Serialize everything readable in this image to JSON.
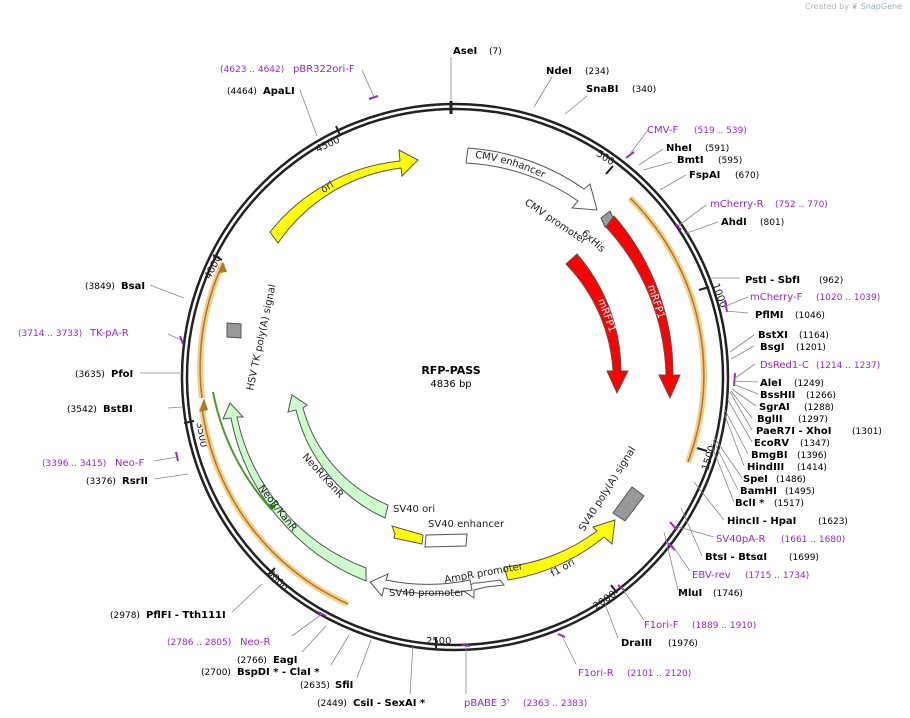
{
  "credit": {
    "prefix": "Created by",
    "brand": "SnapGene"
  },
  "plasmid": {
    "name": "RFP-PASS",
    "size_label": "4836 bp",
    "length": 4836
  },
  "colors": {
    "enzyme": "#000000",
    "primer": "#9b27c9",
    "backbone": "#222222",
    "red": "#ff0000",
    "yellow": "#ffff00",
    "green_light": "#ccffcc",
    "grey": "#999999"
  },
  "ticks": [
    "500",
    "1000",
    "1500",
    "2000",
    "2500",
    "3000",
    "3500",
    "4000",
    "4500"
  ],
  "features": [
    {
      "label": "ori",
      "type": "arrow"
    },
    {
      "label": "CMV enhancer",
      "type": "arrow"
    },
    {
      "label": "CMV promoter",
      "type": "arrow"
    },
    {
      "label": "6xHis",
      "type": "box"
    },
    {
      "label": "mRFP1",
      "type": "arrow"
    },
    {
      "label": "mRFP1",
      "type": "arrow"
    },
    {
      "label": "SV40 poly(A) signal",
      "type": "box"
    },
    {
      "label": "f1 ori",
      "type": "arrow"
    },
    {
      "label": "AmpR promoter",
      "type": "arrow"
    },
    {
      "label": "SV40 promoter",
      "type": "arrow"
    },
    {
      "label": "SV40 ori",
      "type": "box"
    },
    {
      "label": "SV40 enhancer",
      "type": "box"
    },
    {
      "label": "NeoR/KanR",
      "type": "arrow"
    },
    {
      "label": "NeoR/KanR",
      "type": "arrow"
    },
    {
      "label": "HSV TK poly(A) signal",
      "type": "box"
    }
  ],
  "labels": [
    {
      "name": "AseI",
      "pos": "(7)",
      "kind": "enzyme"
    },
    {
      "name": "NdeI",
      "pos": "(234)",
      "kind": "enzyme"
    },
    {
      "name": "SnaBI",
      "pos": "(340)",
      "kind": "enzyme"
    },
    {
      "name": "CMV-F",
      "pos": "(519 .. 539)",
      "kind": "primer"
    },
    {
      "name": "NheI",
      "pos": "(591)",
      "kind": "enzyme"
    },
    {
      "name": "BmtI",
      "pos": "(595)",
      "kind": "enzyme"
    },
    {
      "name": "FspAI",
      "pos": "(670)",
      "kind": "enzyme"
    },
    {
      "name": "mCherry-R",
      "pos": "(752 .. 770)",
      "kind": "primer"
    },
    {
      "name": "AhdI",
      "pos": "(801)",
      "kind": "enzyme"
    },
    {
      "name": "PstI - SbfI",
      "pos": "(962)",
      "kind": "enzyme"
    },
    {
      "name": "mCherry-F",
      "pos": "(1020 .. 1039)",
      "kind": "primer"
    },
    {
      "name": "PflMI",
      "pos": "(1046)",
      "kind": "enzyme"
    },
    {
      "name": "BstXI",
      "pos": "(1164)",
      "kind": "enzyme"
    },
    {
      "name": "BsgI",
      "pos": "(1201)",
      "kind": "enzyme"
    },
    {
      "name": "DsRed1-C",
      "pos": "(1214 .. 1237)",
      "kind": "primer"
    },
    {
      "name": "AleI",
      "pos": "(1249)",
      "kind": "enzyme"
    },
    {
      "name": "BssHII",
      "pos": "(1266)",
      "kind": "enzyme"
    },
    {
      "name": "SgrAI",
      "pos": "(1288)",
      "kind": "enzyme"
    },
    {
      "name": "BglII",
      "pos": "(1297)",
      "kind": "enzyme"
    },
    {
      "name": "PaeR7I - XhoI",
      "pos": "(1301)",
      "kind": "enzyme"
    },
    {
      "name": "EcoRV",
      "pos": "(1347)",
      "kind": "enzyme"
    },
    {
      "name": "BmgBI",
      "pos": "(1396)",
      "kind": "enzyme"
    },
    {
      "name": "HindIII",
      "pos": "(1414)",
      "kind": "enzyme"
    },
    {
      "name": "SpeI",
      "pos": "(1486)",
      "kind": "enzyme"
    },
    {
      "name": "BamHI",
      "pos": "(1495)",
      "kind": "enzyme"
    },
    {
      "name": "BclI *",
      "pos": "(1517)",
      "kind": "enzyme"
    },
    {
      "name": "HincII - HpaI",
      "pos": "(1623)",
      "kind": "enzyme"
    },
    {
      "name": "SV40pA-R",
      "pos": "(1661 .. 1680)",
      "kind": "primer"
    },
    {
      "name": "BtsI - BtsαI",
      "pos": "(1699)",
      "kind": "enzyme"
    },
    {
      "name": "EBV-rev",
      "pos": "(1715 .. 1734)",
      "kind": "primer"
    },
    {
      "name": "MluI",
      "pos": "(1746)",
      "kind": "enzyme"
    },
    {
      "name": "F1ori-F",
      "pos": "(1889 .. 1910)",
      "kind": "primer"
    },
    {
      "name": "DraIII",
      "pos": "(1976)",
      "kind": "enzyme"
    },
    {
      "name": "F1ori-R",
      "pos": "(2101 .. 2120)",
      "kind": "primer"
    },
    {
      "name": "pBABE 3'",
      "pos": "(2363 .. 2383)",
      "kind": "primer"
    },
    {
      "name": "CsiI - SexAI *",
      "pos": "(2449)",
      "kind": "enzyme"
    },
    {
      "name": "SfiI",
      "pos": "(2635)",
      "kind": "enzyme"
    },
    {
      "name": "BspDI * - ClaI *",
      "pos": "(2700)",
      "kind": "enzyme"
    },
    {
      "name": "EagI",
      "pos": "(2766)",
      "kind": "enzyme"
    },
    {
      "name": "Neo-R",
      "pos": "(2786 .. 2805)",
      "kind": "primer"
    },
    {
      "name": "PflFI - Tth111I",
      "pos": "(2978)",
      "kind": "enzyme"
    },
    {
      "name": "RsrII",
      "pos": "(3376)",
      "kind": "enzyme"
    },
    {
      "name": "Neo-F",
      "pos": "(3396 .. 3415)",
      "kind": "primer"
    },
    {
      "name": "BstBI",
      "pos": "(3542)",
      "kind": "enzyme"
    },
    {
      "name": "PfoI",
      "pos": "(3635)",
      "kind": "enzyme"
    },
    {
      "name": "TK-pA-R",
      "pos": "(3714 .. 3733)",
      "kind": "primer"
    },
    {
      "name": "BsaI",
      "pos": "(3849)",
      "kind": "enzyme"
    },
    {
      "name": "ApaLI",
      "pos": "(4464)",
      "kind": "enzyme"
    },
    {
      "name": "pBR322ori-F",
      "pos": "(4623 .. 4642)",
      "kind": "primer"
    }
  ]
}
